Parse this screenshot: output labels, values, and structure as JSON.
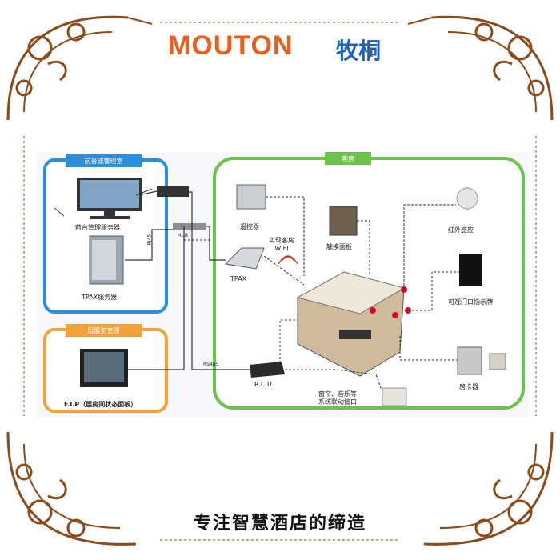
{
  "brand": {
    "name_en": "MOUTON",
    "name_cn": "牧桐",
    "color_en": "#e8601c",
    "color_cn": "#1e63b8"
  },
  "slogan": "专注智慧酒店的缔造",
  "colors": {
    "blue_frame": "#2d8fdc",
    "green_frame": "#6cc24a",
    "orange_frame": "#f3a23a",
    "ornament": "#8a4a1a"
  },
  "diagram": {
    "groups": {
      "front_desk": "前台或管理室",
      "floor_service": "层服务管理",
      "guest_room": "客房"
    },
    "nodes": {
      "front_server": "前台管理服务器",
      "tpax_server": "TPAX服务器",
      "fip": "F.I.P（层房间状态面板）",
      "remote": "遥控器",
      "wifi": "实现客房\nWIFI",
      "tpax": "TPAX",
      "touch_panel": "触摸面板",
      "infrared": "红外感应",
      "door_sign": "可视门口指示牌",
      "card": "房卡器",
      "rcu": "R.C.U",
      "curtain": "窗帘、音乐等\n系统联动接口"
    },
    "links": {
      "rs485": "RS485",
      "hub": "HUB",
      "link_small": "RJ45"
    }
  }
}
